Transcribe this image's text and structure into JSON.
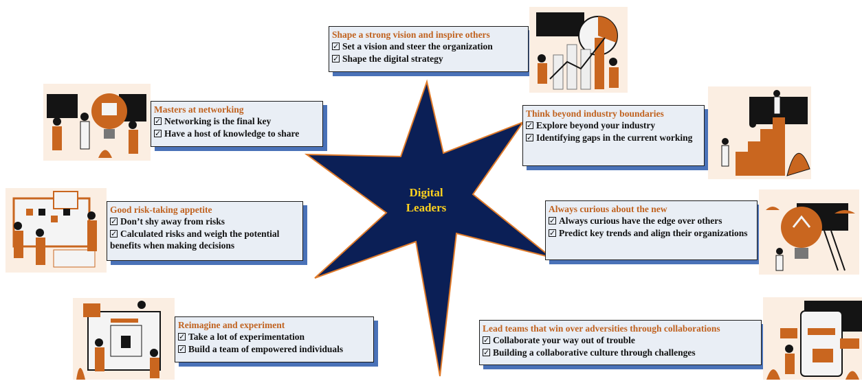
{
  "center": {
    "line1": "Digital",
    "line2": "Leaders"
  },
  "colors": {
    "star_fill": "#0b1f56",
    "star_stroke": "#e07b2a",
    "title": "#c0621f",
    "box_bg": "#e9eef5",
    "shadow": "#4a72b8",
    "center_text": "#ffd21f"
  },
  "boxes": [
    {
      "title": "Shape a strong vision and inspire others",
      "items": [
        "Set a vision and steer the organization",
        "Shape the digital strategy"
      ]
    },
    {
      "title": "Masters at networking",
      "items": [
        "Networking is the final key",
        "Have a host of knowledge to share"
      ]
    },
    {
      "title": "Think beyond industry boundaries",
      "items": [
        "Explore beyond your industry",
        "Identifying gaps in the current working"
      ]
    },
    {
      "title": "Good risk-taking appetite",
      "items": [
        "Don’t shy away from risks",
        "Calculated risks and weigh the potential benefits when making decisions"
      ]
    },
    {
      "title": "Always curious about the new",
      "items": [
        "Always curious have the edge over others",
        "Predict key trends and align their organizations"
      ]
    },
    {
      "title": "Reimagine and experiment",
      "items": [
        "Take a lot of experimentation",
        "Build a team of empowered individuals"
      ]
    },
    {
      "title": "Lead teams that win over adversities through collaborations",
      "items": [
        "Collaborate your way out of trouble",
        "Building a collaborative culture through challenges"
      ]
    }
  ],
  "illustrations": [
    "vision-illustration",
    "networking-illustration",
    "growth-stairs-illustration",
    "risk-board-illustration",
    "curious-lightbulb-illustration",
    "experiment-screen-illustration",
    "collaboration-phone-illustration"
  ]
}
